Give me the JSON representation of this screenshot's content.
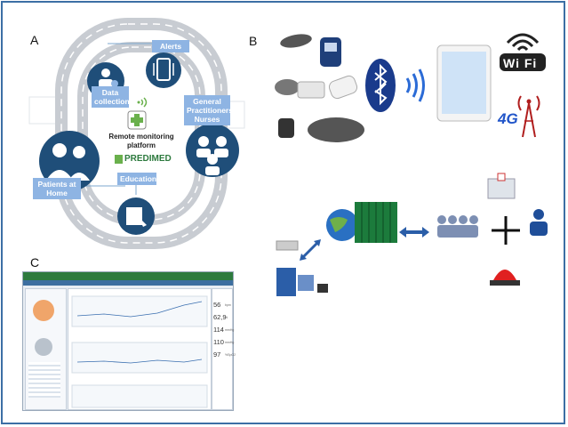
{
  "panels": {
    "a": "A",
    "b": "B",
    "c": "C"
  },
  "panel_a": {
    "alerts": "Alerts",
    "data_collection": "Data collection",
    "general_practitioners": "General Practitioners Nurses",
    "remote_monitoring": "Remote monitoring platform",
    "education": "Education",
    "patients_at_home": "Patients at Home",
    "logo": "PREDIMED"
  },
  "panel_b": {
    "wifi": "Wi Fi",
    "network": "4G"
  },
  "panel_c": {
    "measures": [
      "56",
      "62,9",
      "114",
      "110",
      "97"
    ],
    "units": [
      "bpm",
      "%",
      "mmHg",
      "mmHg",
      "%SpO2"
    ]
  },
  "colors": {
    "navy": "#1f4e79",
    "label_blue": "#8eb4e3",
    "green": "#2d7a3e",
    "border": "#3c6fa5"
  }
}
